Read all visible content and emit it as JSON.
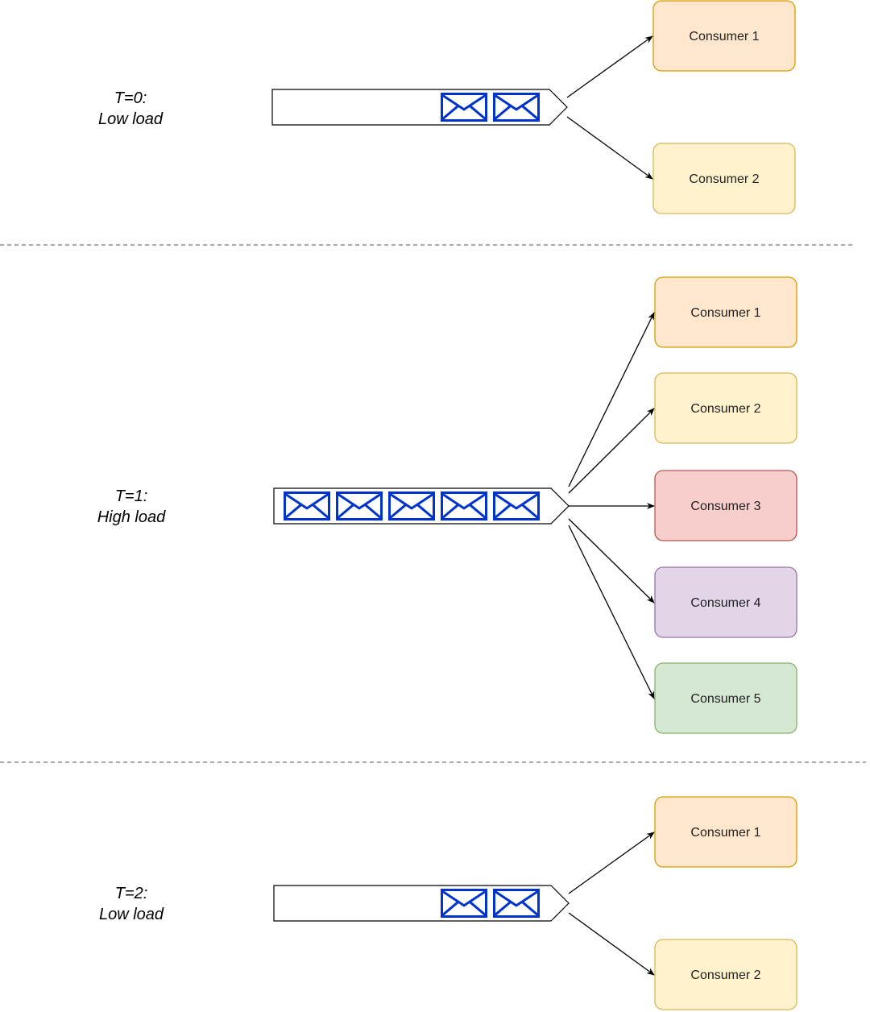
{
  "colors": {
    "orange_fill": "#ffe6cc",
    "orange_stroke": "#d79b00",
    "yellow_fill": "#fff2cc",
    "yellow_stroke": "#d6b656",
    "red_fill": "#f8cecc",
    "red_stroke": "#b85450",
    "purple_fill": "#e1d5e7",
    "purple_stroke": "#9673a6",
    "green_fill": "#d5e8d4",
    "green_stroke": "#82b366",
    "envelope": "#0033cc",
    "divider": "#555555"
  },
  "icons": {
    "message": "envelope-icon",
    "arrow": "arrow-head"
  },
  "sections": [
    {
      "time_label": "T=0:",
      "load_label": "Low load",
      "message_count": 2,
      "consumers": [
        {
          "label": "Consumer 1",
          "color": "orange"
        },
        {
          "label": "Consumer 2",
          "color": "yellow"
        }
      ]
    },
    {
      "time_label": "T=1:",
      "load_label": "High load",
      "message_count": 5,
      "consumers": [
        {
          "label": "Consumer 1",
          "color": "orange"
        },
        {
          "label": "Consumer 2",
          "color": "yellow"
        },
        {
          "label": "Consumer 3",
          "color": "red"
        },
        {
          "label": "Consumer 4",
          "color": "purple"
        },
        {
          "label": "Consumer 5",
          "color": "green"
        }
      ]
    },
    {
      "time_label": "T=2:",
      "load_label": "Low load",
      "message_count": 2,
      "consumers": [
        {
          "label": "Consumer 1",
          "color": "orange"
        },
        {
          "label": "Consumer 2",
          "color": "yellow"
        }
      ]
    }
  ]
}
